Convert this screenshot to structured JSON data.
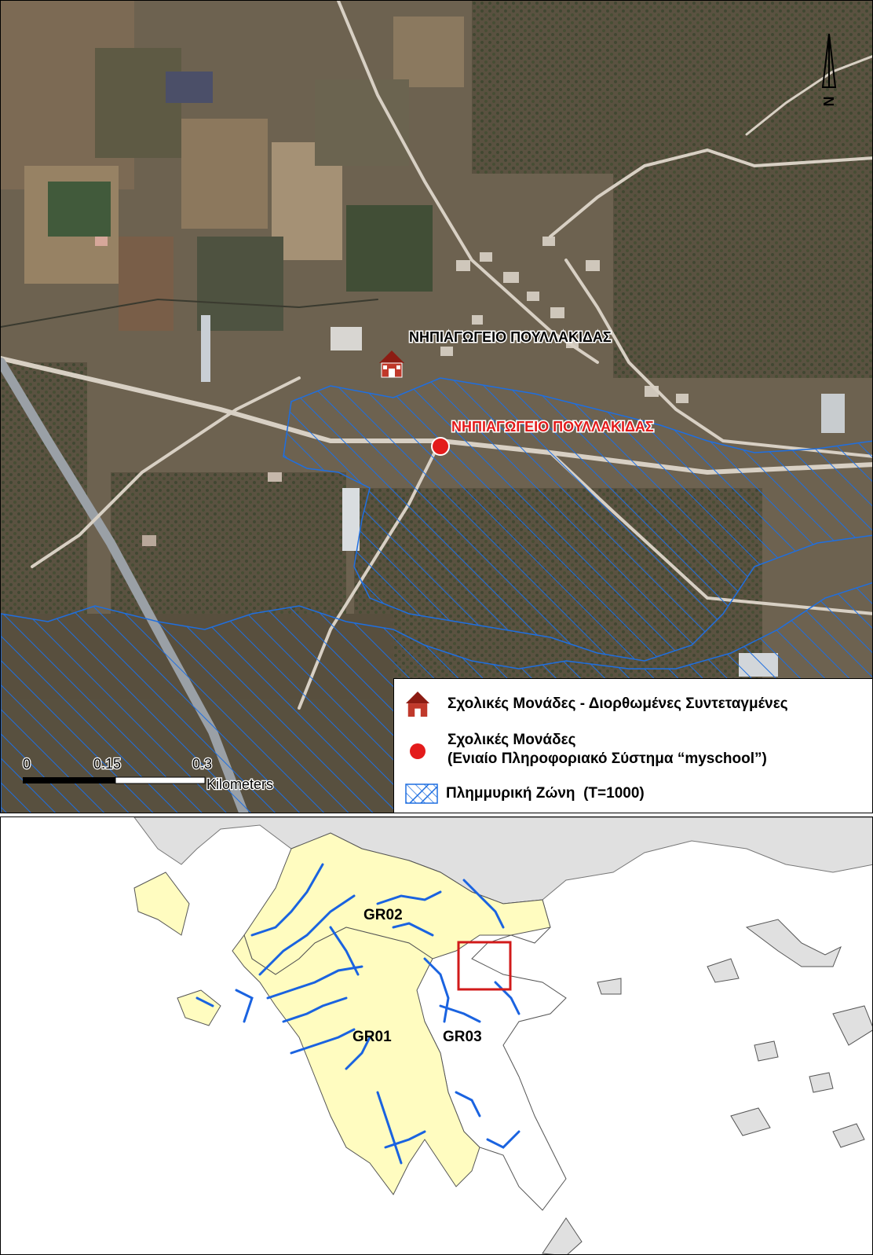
{
  "satellite_map": {
    "school_label_corrected": "ΝΗΠΙΑΓΩΓΕΙΟ ΠΟΥΛΛΑΚΙΔΑΣ",
    "school_label_myschool": "ΝΗΠΙΑΓΩΓΕΙΟ ΠΟΥΛΛΑΚΙΔΑΣ",
    "north_arrow": "N",
    "scale_bar": {
      "ticks": [
        "0",
        "0.15",
        "0.3"
      ],
      "unit": "Kilometers"
    },
    "legend": {
      "items": [
        {
          "icon": "school-house-icon",
          "label": "Σχολικές Μονάδες - Διορθωμένες Συντεταγμένες"
        },
        {
          "icon": "red-dot-icon",
          "label_line1": "Σχολικές Μονάδες",
          "label_line2": "(Ενιαίο Πληροφοριακό Σύστημα “myschool”)"
        },
        {
          "icon": "hatch-icon",
          "label": "Πλημμυρική Ζώνη  (T=1000)"
        }
      ]
    },
    "colors": {
      "flood_zone": "#1f6fe0",
      "myschool_point": "#e31b1b",
      "school_icon": "#c0392b"
    }
  },
  "overview_map": {
    "regions": [
      "GR02",
      "GR01",
      "GR03"
    ],
    "colors": {
      "study_regions": "#fffcc0",
      "other_land": "#e0e0e0",
      "rivers": "#1a63e0",
      "locator_box": "#d11a1a"
    }
  }
}
